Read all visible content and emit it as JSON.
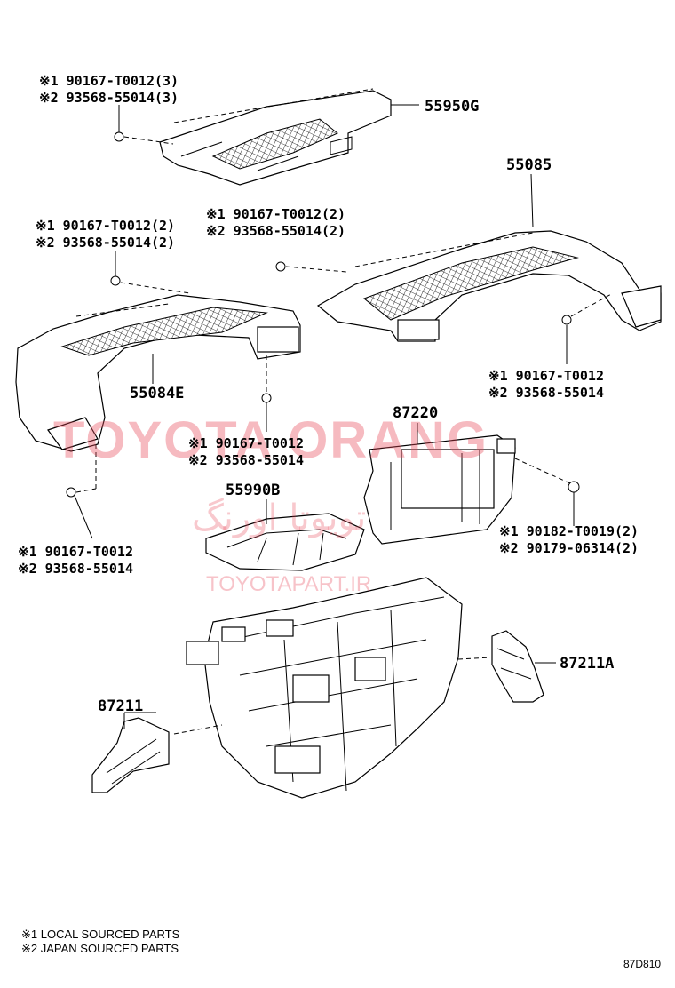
{
  "groups": [
    {
      "id": "g1",
      "line1": "※1 90167-T0012(3)",
      "line2": "※2 93568-55014(3)"
    },
    {
      "id": "g2",
      "line1": "※1 90167-T0012(2)",
      "line2": "※2 93568-55014(2)"
    },
    {
      "id": "g3",
      "line1": "※1 90167-T0012(2)",
      "line2": "※2 93568-55014(2)"
    },
    {
      "id": "g4",
      "line1": "※1 90167-T0012",
      "line2": "※2 93568-55014"
    },
    {
      "id": "g5",
      "line1": "※1 90167-T0012",
      "line2": "※2 93568-55014"
    },
    {
      "id": "g6",
      "line1": "※1 90167-T0012",
      "line2": "※2 93568-55014"
    },
    {
      "id": "g7",
      "line1": "※1 90182-T0019(2)",
      "line2": "※2 90179-06314(2)"
    }
  ],
  "parts": {
    "p55950G": "55950G",
    "p55085": "55085",
    "p55084E": "55084E",
    "p87220": "87220",
    "p55990B": "55990B",
    "p87211A": "87211A",
    "p87211": "87211"
  },
  "legend": {
    "line1": "※1 LOCAL SOURCED PARTS",
    "line2": "※2 JAPAN SOURCED PARTS"
  },
  "watermark": {
    "brand": "TOYOTA ORANG",
    "persian": "تویوتا اورنگ",
    "url": "TOYOTAPART.IR"
  },
  "diagram_code": "87D810"
}
